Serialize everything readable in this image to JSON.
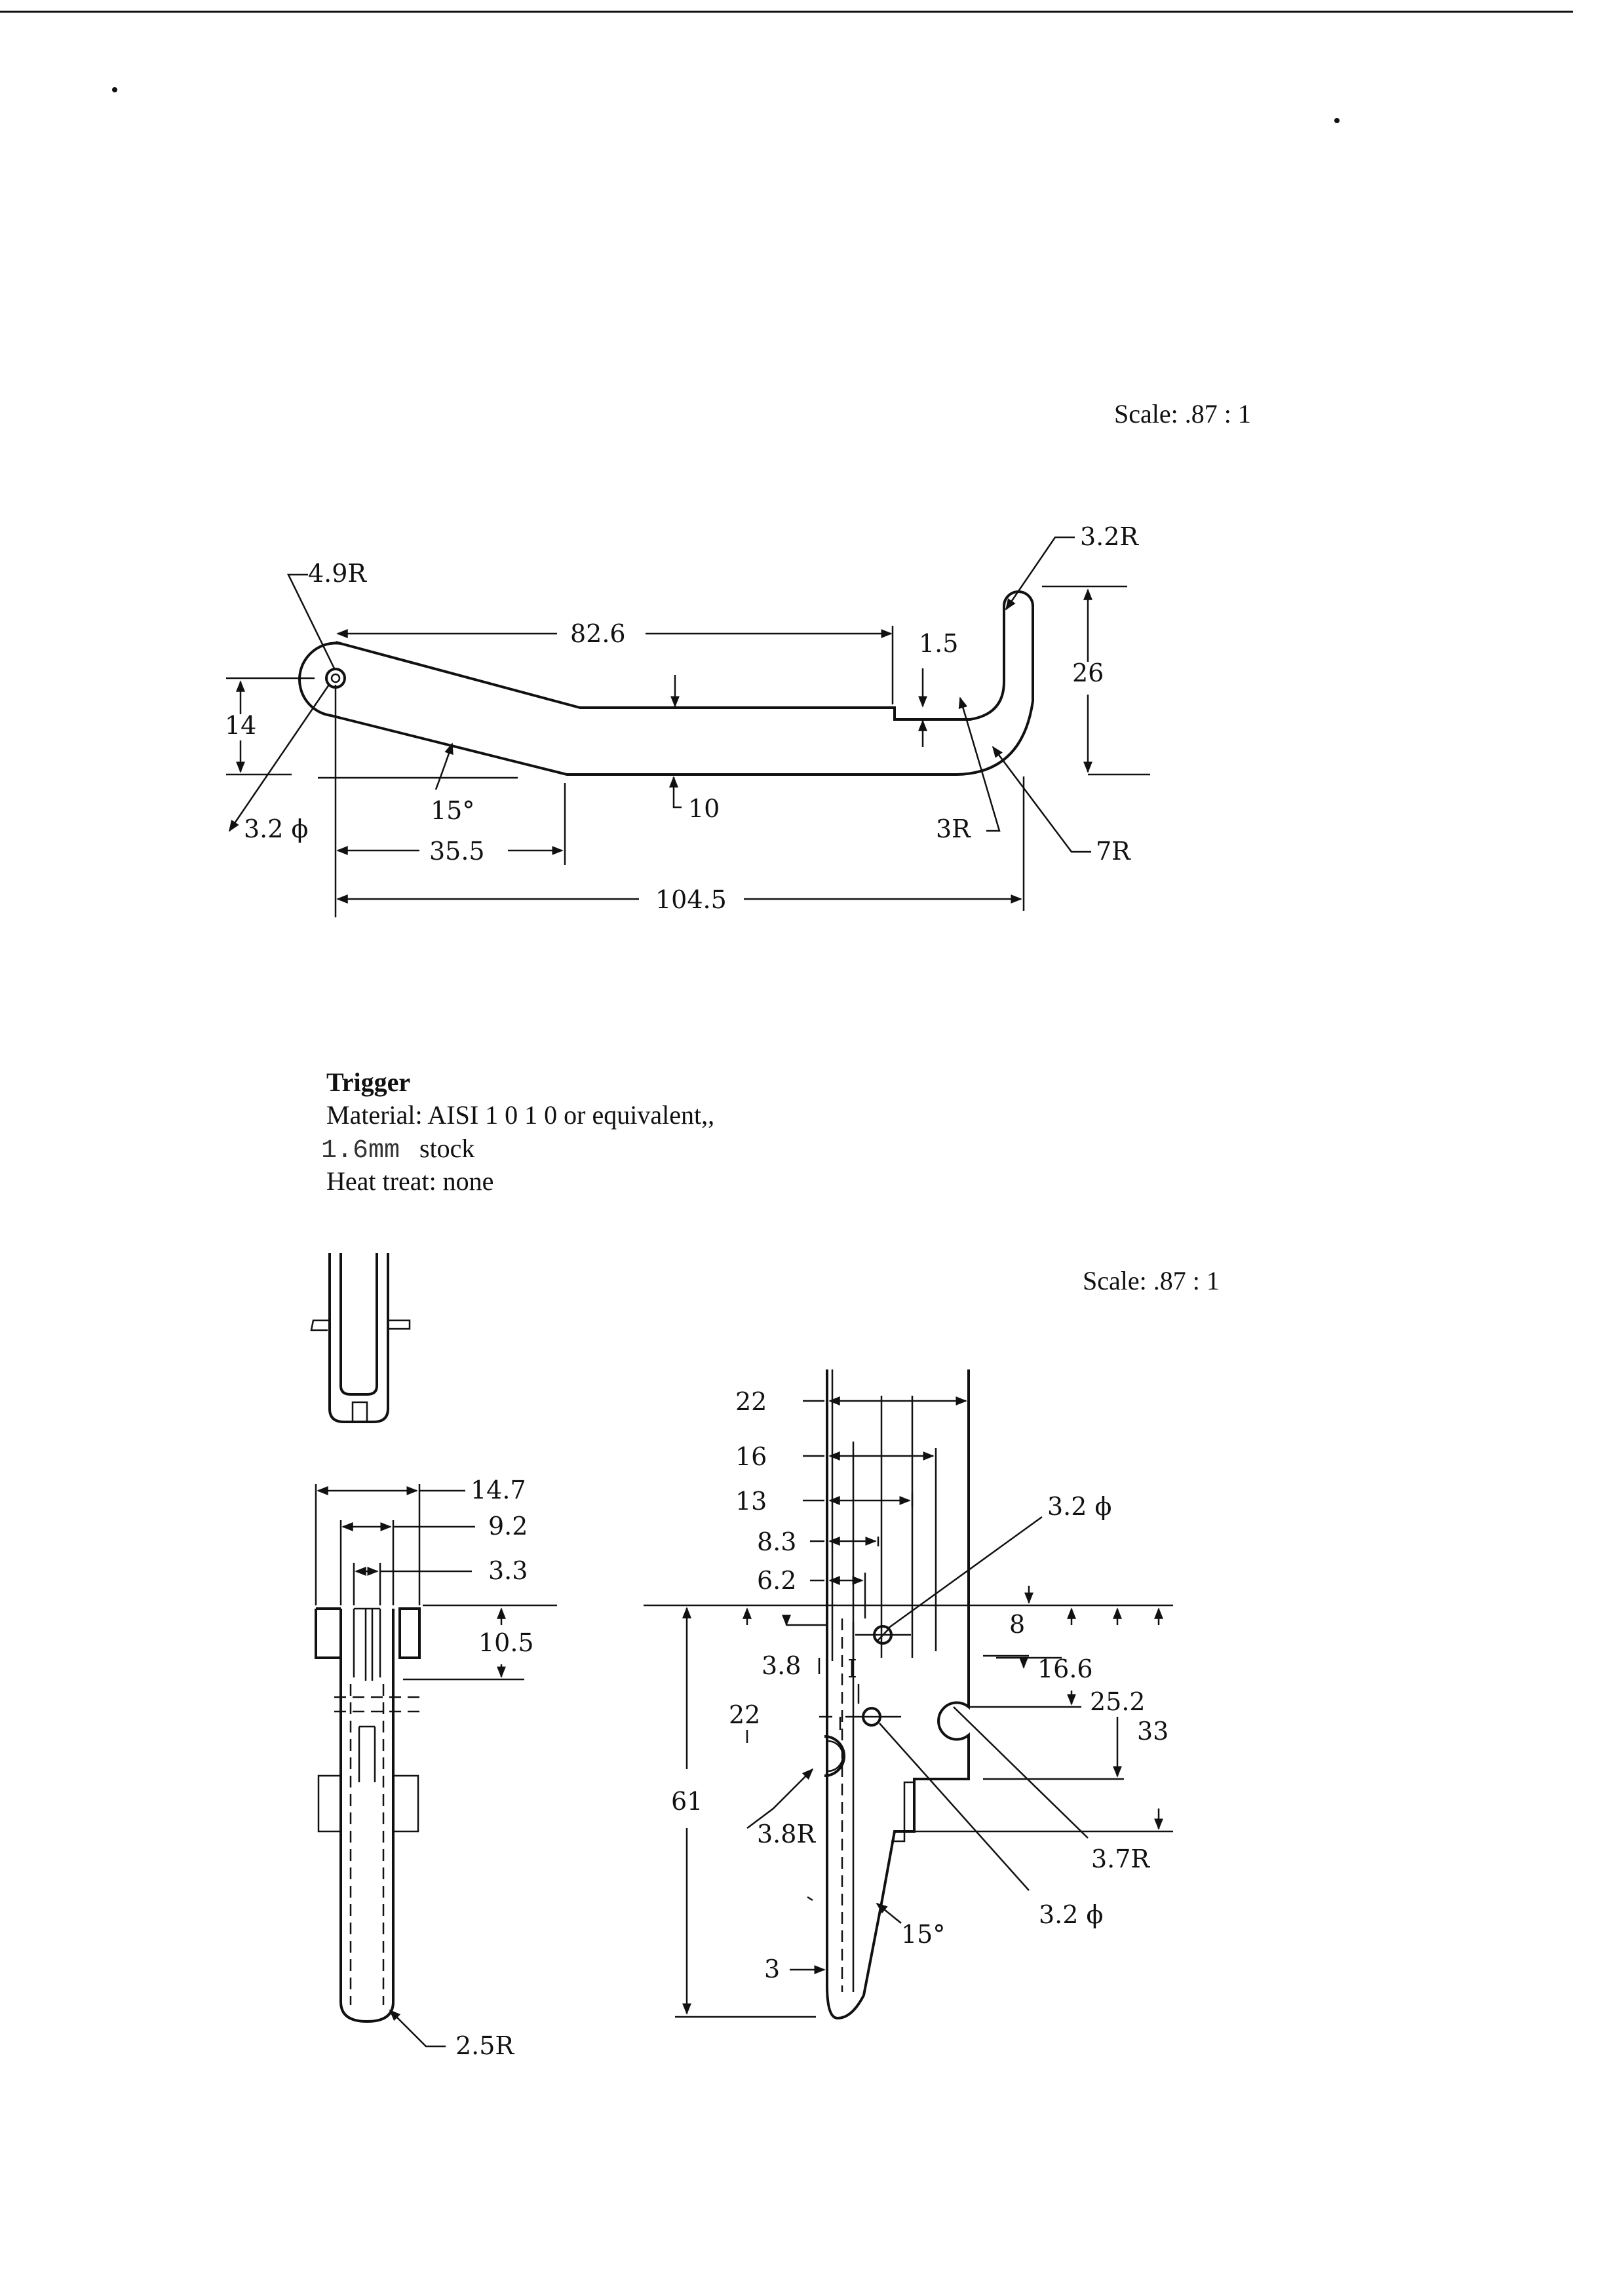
{
  "sheet": {
    "scale_top": "Scale:  .87  :  1",
    "scale_bottom": "Scale:  .87  :  1"
  },
  "part": {
    "name": "Trigger",
    "material": "Material:  AISI  1 0 1 0 or  equivalent,,",
    "stock_value": "1.6mm",
    "stock_word": "stock",
    "heat_treat": "Heat treat:  none"
  },
  "top_view": {
    "dims": {
      "r_end": "4.9R",
      "hole": "3.2 ϕ",
      "len_top": "82.6",
      "step": "1.5",
      "r_hook": "3.2R",
      "hook_height": "26",
      "height": "14",
      "angle": "15°",
      "thickness": "10",
      "r_inner": "3R",
      "r_outer": "7R",
      "len_taper": "35.5",
      "len_overall": "104.5"
    }
  },
  "side_view": {
    "dims": {
      "w_outer": "14.7",
      "w_mid": "9.2",
      "w_inner": "3.3",
      "tab_height": "10.5",
      "r_tip": "2.5R"
    }
  },
  "front_view": {
    "dims": {
      "h22": "22",
      "h16": "16",
      "h13": "13",
      "h8_3": "8.3",
      "h6_2": "6.2",
      "hole_top": "3.2 ϕ",
      "v8": "8",
      "v3_8": "3.8",
      "mark": "I",
      "v16_6": "16.6",
      "v25_2": "25.2",
      "v22": "22",
      "v33": "33",
      "v61": "61",
      "r3_8": "3.8R",
      "r3_7": "3.7R",
      "hole_bottom": "3.2 ϕ",
      "angle": "15°",
      "v3": "3"
    }
  }
}
